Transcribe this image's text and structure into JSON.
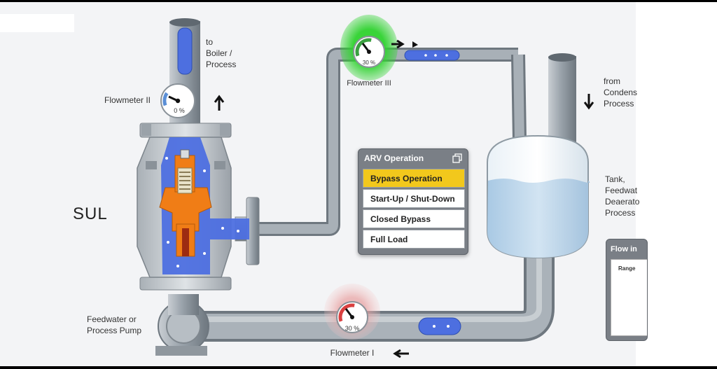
{
  "labels": {
    "to_boiler": "to\nBoiler /\nProcess",
    "from_condensate": "from\nCondens\nProcess",
    "tank": "Tank,\nFeedwat\nDeaerato\nProcess",
    "feed_pump": "Feedwater or\nProcess Pump",
    "partial_text": "SUL"
  },
  "flowmeters": [
    {
      "name": "Flowmeter I",
      "reading": "30 %",
      "fraction": 0.3,
      "accent": "#d94040",
      "glow": "#e8a0a0"
    },
    {
      "name": "Flowmeter II",
      "reading": "0 %",
      "fraction": 0.0,
      "accent": "#5b8fd6",
      "glow": ""
    },
    {
      "name": "Flowmeter III",
      "reading": "30 %",
      "fraction": 0.3,
      "accent": "#3aa040",
      "glow": "#2fd22f"
    }
  ],
  "arv_panel": {
    "title": "ARV Operation",
    "options": [
      "Bypass Operation",
      "Start-Up / Shut-Down",
      "Closed Bypass",
      "Full Load"
    ],
    "selected": 0
  },
  "flow_indicator": {
    "title": "Flow in",
    "axis_label": "Range"
  },
  "colors": {
    "pipe": "#9aa3ab",
    "fluid": "#4d6fe0",
    "valve_body": "#c6cbd0",
    "valve_core": "#f07d16",
    "water": "#bfd9ee",
    "highlight": "#f2c81c"
  }
}
